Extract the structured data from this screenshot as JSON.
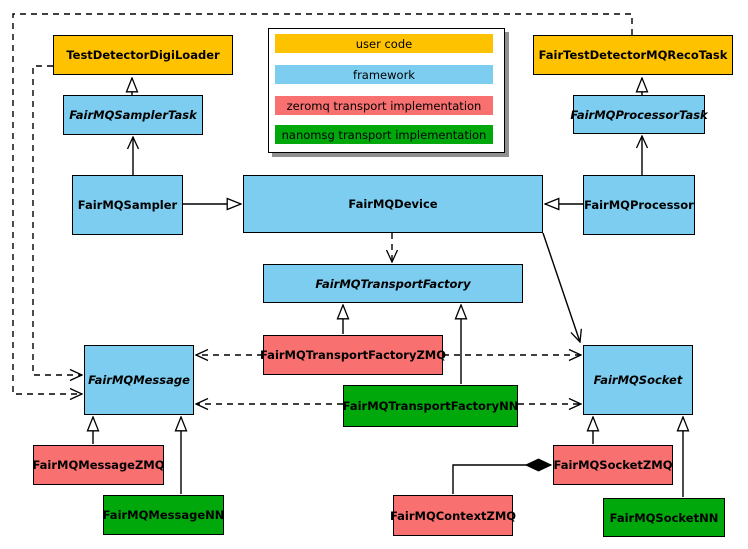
{
  "diagram_type": "uml-class-diagram",
  "colors": {
    "user_code": "#ffc200",
    "framework": "#7ccdf0",
    "zeromq": "#f87070",
    "nanomsg": "#00a80b",
    "outline": "#000000",
    "canvas": "#ffffff"
  },
  "legend": {
    "items": [
      {
        "label": "user code",
        "category": "user_code"
      },
      {
        "label": "framework",
        "category": "framework"
      },
      {
        "label": "zeromq transport implementation",
        "category": "zeromq"
      },
      {
        "label": "nanomsg transport implementation",
        "category": "nanomsg"
      }
    ]
  },
  "nodes": {
    "digiLoader": {
      "label": "TestDetectorDigiLoader",
      "category": "user_code",
      "abstract": false
    },
    "recoTask": {
      "label": "FairTestDetectorMQRecoTask",
      "category": "user_code",
      "abstract": false
    },
    "samplerTask": {
      "label": "FairMQSamplerTask",
      "category": "framework",
      "abstract": true
    },
    "processorTask": {
      "label": "FairMQProcessorTask",
      "category": "framework",
      "abstract": true
    },
    "sampler": {
      "label": "FairMQSampler",
      "category": "framework",
      "abstract": false
    },
    "device": {
      "label": "FairMQDevice",
      "category": "framework",
      "abstract": false
    },
    "processor": {
      "label": "FairMQProcessor",
      "category": "framework",
      "abstract": false
    },
    "transportFactory": {
      "label": "FairMQTransportFactory",
      "category": "framework",
      "abstract": true
    },
    "transportFactoryZMQ": {
      "label": "FairMQTransportFactoryZMQ",
      "category": "zeromq",
      "abstract": false
    },
    "transportFactoryNN": {
      "label": "FairMQTransportFactoryNN",
      "category": "nanomsg",
      "abstract": false
    },
    "message": {
      "label": "FairMQMessage",
      "category": "framework",
      "abstract": true
    },
    "socket": {
      "label": "FairMQSocket",
      "category": "framework",
      "abstract": true
    },
    "messageZMQ": {
      "label": "FairMQMessageZMQ",
      "category": "zeromq",
      "abstract": false
    },
    "messageNN": {
      "label": "FairMQMessageNN",
      "category": "nanomsg",
      "abstract": false
    },
    "socketZMQ": {
      "label": "FairMQSocketZMQ",
      "category": "zeromq",
      "abstract": false
    },
    "socketNN": {
      "label": "FairMQSocketNN",
      "category": "nanomsg",
      "abstract": false
    },
    "contextZMQ": {
      "label": "FairMQContextZMQ",
      "category": "zeromq",
      "abstract": false
    }
  },
  "edges": [
    {
      "source": "FairMQSamplerTask",
      "target": "TestDetectorDigiLoader",
      "style": "solid",
      "head": "hollow-triangle"
    },
    {
      "source": "FairMQSampler",
      "target": "FairMQSamplerTask",
      "style": "solid",
      "head": "open-arrow"
    },
    {
      "source": "FairMQProcessorTask",
      "target": "FairTestDetectorMQRecoTask",
      "style": "solid",
      "head": "hollow-triangle"
    },
    {
      "source": "FairMQProcessor",
      "target": "FairMQProcessorTask",
      "style": "solid",
      "head": "open-arrow"
    },
    {
      "source": "FairMQSampler",
      "target": "FairMQDevice",
      "style": "solid",
      "head": "hollow-triangle"
    },
    {
      "source": "FairMQProcessor",
      "target": "FairMQDevice",
      "style": "solid",
      "head": "hollow-triangle"
    },
    {
      "source": "FairMQDevice",
      "target": "FairMQTransportFactory",
      "style": "dashed",
      "head": "open-arrow"
    },
    {
      "source": "FairMQDevice",
      "target": "FairMQSocket",
      "style": "solid",
      "head": "open-arrow"
    },
    {
      "source": "FairMQTransportFactoryZMQ",
      "target": "FairMQTransportFactory",
      "style": "solid",
      "head": "hollow-triangle"
    },
    {
      "source": "FairMQTransportFactoryNN",
      "target": "FairMQTransportFactory",
      "style": "solid",
      "head": "hollow-triangle"
    },
    {
      "source": "FairMQMessageZMQ",
      "target": "FairMQMessage",
      "style": "solid",
      "head": "hollow-triangle"
    },
    {
      "source": "FairMQMessageNN",
      "target": "FairMQMessage",
      "style": "solid",
      "head": "hollow-triangle"
    },
    {
      "source": "FairMQSocketZMQ",
      "target": "FairMQSocket",
      "style": "solid",
      "head": "hollow-triangle"
    },
    {
      "source": "FairMQSocketNN",
      "target": "FairMQSocket",
      "style": "solid",
      "head": "hollow-triangle"
    },
    {
      "source": "FairMQTransportFactoryZMQ",
      "target": "FairMQMessage",
      "style": "dashed",
      "head": "open-arrow"
    },
    {
      "source": "FairMQTransportFactoryNN",
      "target": "FairMQMessage",
      "style": "dashed",
      "head": "open-arrow"
    },
    {
      "source": "FairMQTransportFactoryZMQ",
      "target": "FairMQSocket",
      "style": "dashed",
      "head": "open-arrow"
    },
    {
      "source": "FairMQTransportFactoryNN",
      "target": "FairMQSocket",
      "style": "dashed",
      "head": "open-arrow"
    },
    {
      "source": "TestDetectorDigiLoader",
      "target": "FairMQMessage",
      "style": "dashed",
      "head": "open-arrow"
    },
    {
      "source": "FairTestDetectorMQRecoTask",
      "target": "FairMQMessage",
      "style": "dashed",
      "head": "open-arrow"
    },
    {
      "source": "FairMQContextZMQ",
      "target": "FairMQSocketZMQ",
      "style": "solid",
      "head": "filled-diamond"
    }
  ]
}
